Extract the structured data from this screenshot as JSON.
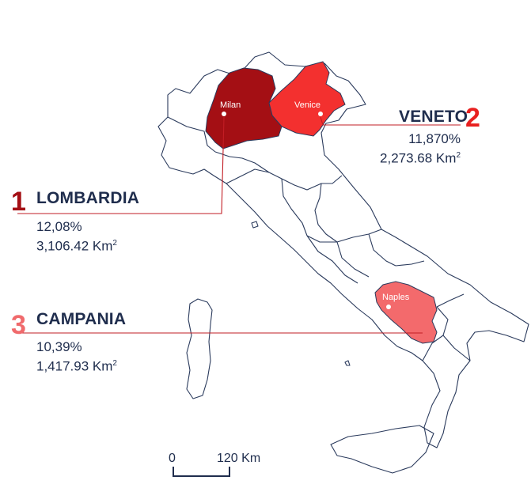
{
  "regions": [
    {
      "rank": "1",
      "name": "LOMBARDIA",
      "percent": "12,08%",
      "area": "3,106.42 Km",
      "area_sup": "2",
      "city": "Milan",
      "color": "#a40f14",
      "rank_color": "#a40f14"
    },
    {
      "rank": "2",
      "name": "VENETO",
      "percent": "11,870%",
      "area": "2,273.68 Km",
      "area_sup": "2",
      "city": "Venice",
      "color": "#f3302f",
      "rank_color": "#e8201f"
    },
    {
      "rank": "3",
      "name": "CAMPANIA",
      "percent": "10,39%",
      "area": "1,417.93 Km",
      "area_sup": "2",
      "city": "Naples",
      "color": "#f36a6c",
      "rank_color": "#f06a6c"
    }
  ],
  "scale": {
    "start": "0",
    "end": "120",
    "unit": "Km"
  }
}
